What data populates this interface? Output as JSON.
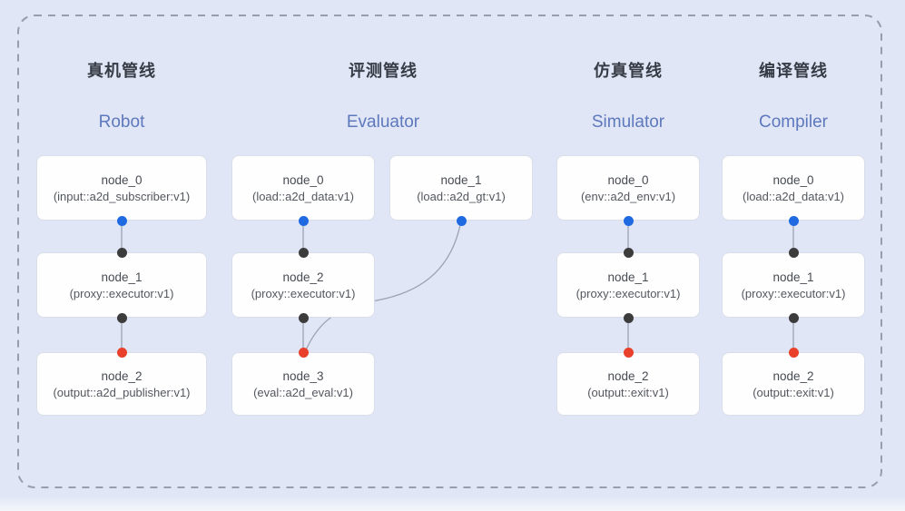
{
  "pipelines": [
    {
      "title_zh": "真机管线",
      "title_en": "Robot",
      "nodes": [
        {
          "name": "node_0",
          "type": "(input::a2d_subscriber:v1)"
        },
        {
          "name": "node_1",
          "type": "(proxy::executor:v1)"
        },
        {
          "name": "node_2",
          "type": "(output::a2d_publisher:v1)"
        }
      ]
    },
    {
      "title_zh": "评测管线",
      "title_en": "Evaluator",
      "nodes": [
        {
          "name": "node_0",
          "type": "(load::a2d_data:v1)"
        },
        {
          "name": "node_1",
          "type": "(load::a2d_gt:v1)"
        },
        {
          "name": "node_2",
          "type": "(proxy::executor:v1)"
        },
        {
          "name": "node_3",
          "type": "(eval::a2d_eval:v1)"
        }
      ]
    },
    {
      "title_zh": "仿真管线",
      "title_en": "Simulator",
      "nodes": [
        {
          "name": "node_0",
          "type": "(env::a2d_env:v1)"
        },
        {
          "name": "node_1",
          "type": "(proxy::executor:v1)"
        },
        {
          "name": "node_2",
          "type": "(output::exit:v1)"
        }
      ]
    },
    {
      "title_zh": "编译管线",
      "title_en": "Compiler",
      "nodes": [
        {
          "name": "node_0",
          "type": "(load::a2d_data:v1)"
        },
        {
          "name": "node_1",
          "type": "(proxy::executor:v1)"
        },
        {
          "name": "node_2",
          "type": "(output::exit:v1)"
        }
      ]
    }
  ],
  "colors": {
    "background": "#e0e6f5",
    "node_background": "#fefefe",
    "node_border": "#d9dee9",
    "dashed_border": "#979eab",
    "connector": "#9aa3b4",
    "title_zh": "#363b45",
    "title_en": "#5e78bd",
    "port_blue": "#1f6ae0",
    "port_dark": "#3c3c3c",
    "port_red": "#e8402b"
  }
}
